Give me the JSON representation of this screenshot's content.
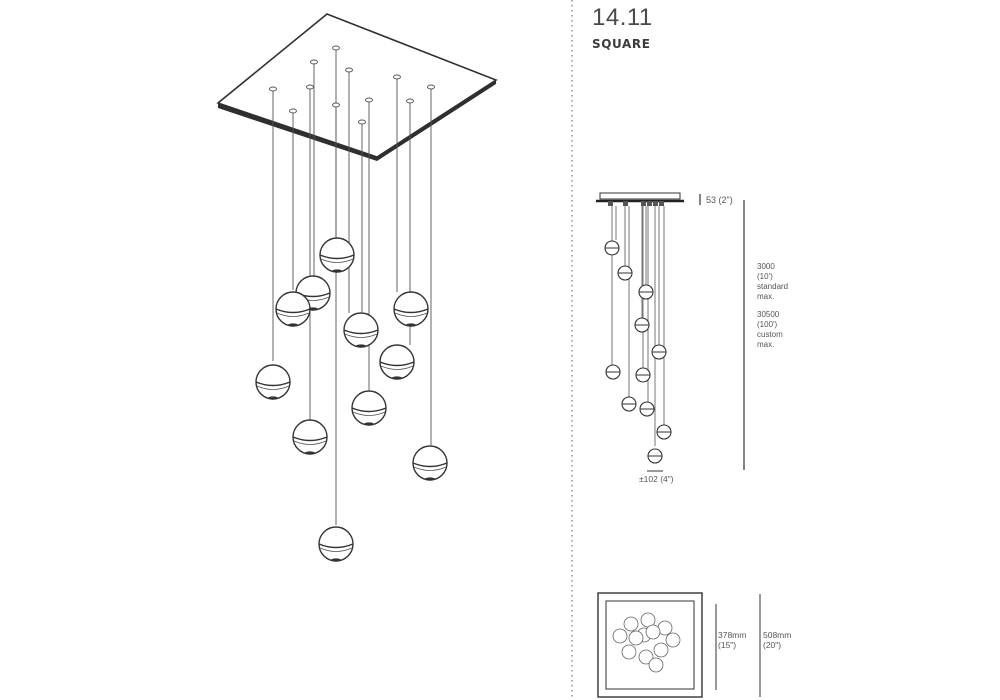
{
  "header": {
    "model_number": "14.11",
    "variant": "SQUARE"
  },
  "side_view": {
    "canopy_height": "53 (2\")",
    "standard_length_mm": "3000",
    "standard_length_ft": "(10')",
    "standard_label_1": "standard",
    "standard_label_2": "max.",
    "custom_length_mm": "30500",
    "custom_length_ft": "(100')",
    "custom_label_1": "custom",
    "custom_label_2": "max.",
    "pendant_diameter": "±102 (4\")"
  },
  "plan_view": {
    "inner_size_mm": "378mm",
    "inner_size_in": "(15\")",
    "outer_size_mm": "508mm",
    "outer_size_in": "(20\")"
  },
  "colors": {
    "line": "#3a3a3a",
    "divider": "#777777"
  }
}
